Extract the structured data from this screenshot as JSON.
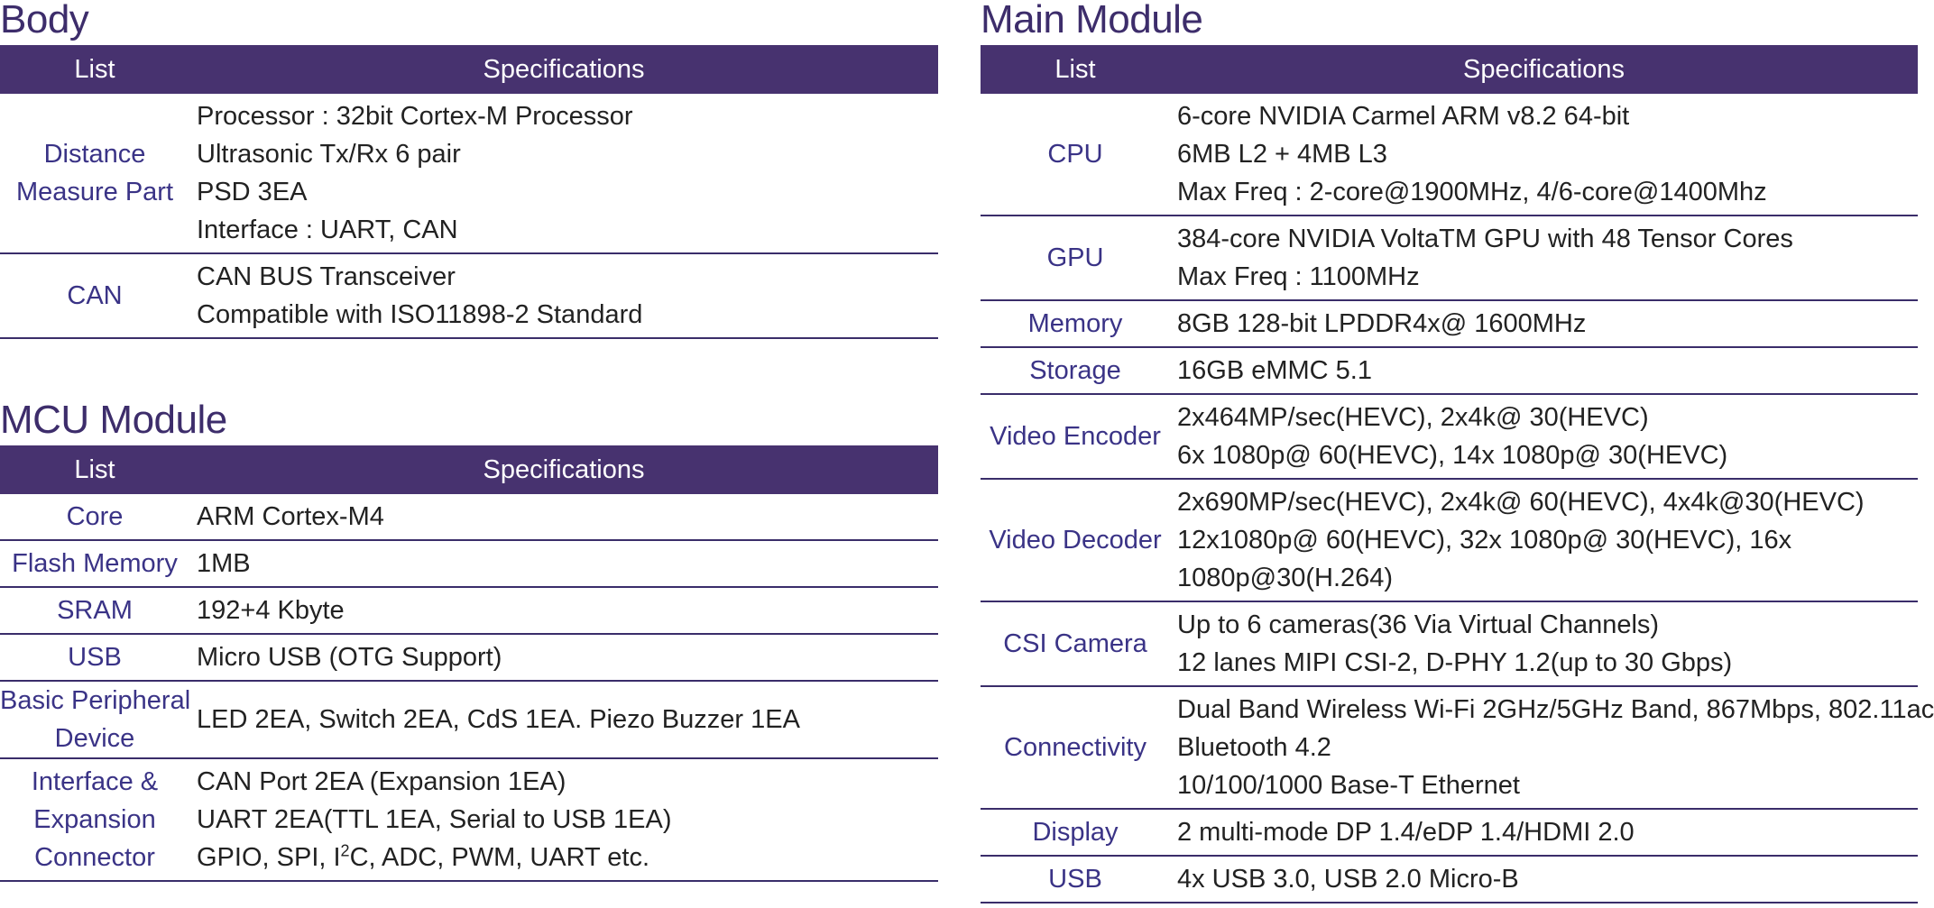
{
  "body": {
    "title": "Body",
    "header": {
      "list": "List",
      "specs": "Specifications"
    },
    "rows": [
      {
        "label": [
          "Distance",
          "Measure Part"
        ],
        "lines": [
          "Processor : 32bit Cortex-M Processor",
          "Ultrasonic Tx/Rx 6 pair",
          "PSD 3EA",
          "Interface : UART, CAN"
        ]
      },
      {
        "label": [
          "CAN"
        ],
        "lines": [
          "CAN BUS Transceiver",
          "Compatible with ISO11898-2 Standard"
        ]
      }
    ]
  },
  "mcu": {
    "title": "MCU Module",
    "header": {
      "list": "List",
      "specs": "Specifications"
    },
    "rows": [
      {
        "label": [
          "Core"
        ],
        "lines": [
          "ARM Cortex-M4"
        ]
      },
      {
        "label": [
          "Flash Memory"
        ],
        "lines": [
          "1MB"
        ]
      },
      {
        "label": [
          "SRAM"
        ],
        "lines": [
          "192+4 Kbyte"
        ]
      },
      {
        "label": [
          "USB"
        ],
        "lines": [
          "Micro USB (OTG Support)"
        ]
      },
      {
        "label": [
          "Basic Peripheral",
          "Device"
        ],
        "lines": [
          "LED 2EA, Switch 2EA, CdS 1EA. Piezo Buzzer 1EA"
        ]
      },
      {
        "label": [
          "Interface &",
          "Expansion",
          "Connector"
        ],
        "lines": [
          "CAN Port 2EA (Expansion 1EA)",
          "UART 2EA(TTL 1EA, Serial to USB 1EA)"
        ],
        "last_line": {
          "before": "GPIO, SPI, I",
          "sup": "2",
          "after": "C, ADC, PWM, UART etc."
        }
      }
    ]
  },
  "main": {
    "title": "Main Module",
    "header": {
      "list": "List",
      "specs": "Specifications"
    },
    "rows": [
      {
        "label": [
          "CPU"
        ],
        "lines": [
          "6-core NVIDIA Carmel ARM v8.2 64-bit",
          "6MB L2 + 4MB L3",
          "Max Freq : 2-core@1900MHz, 4/6-core@1400Mhz"
        ]
      },
      {
        "label": [
          "GPU"
        ],
        "lines": [
          "384-core NVIDIA VoltaTM GPU with 48 Tensor Cores",
          "Max Freq : 1100MHz"
        ]
      },
      {
        "label": [
          "Memory"
        ],
        "lines": [
          "8GB 128-bit LPDDR4x@ 1600MHz"
        ]
      },
      {
        "label": [
          "Storage"
        ],
        "lines": [
          "16GB eMMC 5.1"
        ]
      },
      {
        "label": [
          "Video Encoder"
        ],
        "lines": [
          "2x464MP/sec(HEVC), 2x4k@ 30(HEVC)",
          "6x 1080p@ 60(HEVC), 14x 1080p@ 30(HEVC)"
        ]
      },
      {
        "label": [
          "Video Decoder"
        ],
        "lines": [
          " 2x690MP/sec(HEVC), 2x4k@ 60(HEVC), 4x4k@30(HEVC)",
          "12x1080p@ 60(HEVC), 32x 1080p@ 30(HEVC), 16x",
          "1080p@30(H.264)"
        ]
      },
      {
        "label": [
          "CSI Camera"
        ],
        "lines": [
          "Up to 6 cameras(36 Via Virtual Channels)",
          "12 lanes MIPI CSI-2, D-PHY 1.2(up to 30 Gbps)"
        ]
      },
      {
        "label": [
          "Connectivity"
        ],
        "lines": [
          "Dual Band Wireless Wi-Fi 2GHz/5GHz Band, 867Mbps, 802.11ac",
          "Bluetooth 4.2",
          "10/100/1000 Base-T Ethernet"
        ]
      },
      {
        "label": [
          "Display"
        ],
        "lines": [
          "2 multi-mode DP 1.4/eDP 1.4/HDMI 2.0"
        ]
      },
      {
        "label": [
          "USB"
        ],
        "lines": [
          "4x USB 3.0, USB 2.0 Micro-B"
        ]
      }
    ]
  }
}
